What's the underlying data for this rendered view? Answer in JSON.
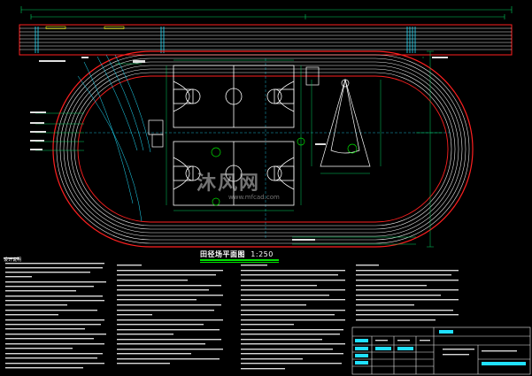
{
  "drawing": {
    "title": "田径场平面图",
    "scale": "1:250"
  },
  "watermark": {
    "text": "沐风网",
    "url": "www.mfcad.com"
  },
  "notes": {
    "heading": "设计说明"
  },
  "colors": {
    "background": "#000000",
    "track_outer": "#ff2020",
    "lanes": "#e8e8e8",
    "dimension": "#00d060",
    "court": "#ffffff",
    "accent_yellow": "#ffff00",
    "accent_cyan": "#20e0ff",
    "notes_text": "#e0e0e0"
  }
}
